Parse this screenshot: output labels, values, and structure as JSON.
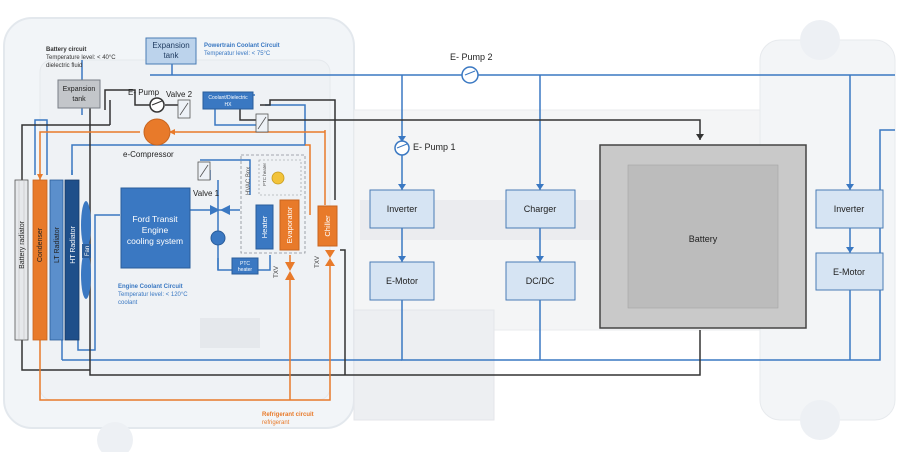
{
  "expansion_tank_top": "Expansion tank",
  "expansion_tank_left": "Expansion tank",
  "battery_circuit": {
    "title": "Battery circuit",
    "line1": "Temperature level: < 40°C",
    "line2": "dielectric fluid"
  },
  "powertrain_circuit": {
    "title": "Powertrain Coolant Circuit",
    "line1": "Temperatur level: < 75°C"
  },
  "engine_circuit": {
    "title": "Engine Coolant Circuit",
    "line1": "Temperatur level: < 120°C",
    "line2": "coolant"
  },
  "refrigerant_circuit": {
    "title": "Refrigerant circuit",
    "line1": "refrigerant"
  },
  "labels": {
    "e_pump_1": "E- Pump 1",
    "e_pump_2": "E- Pump 2",
    "e_pump": "E- Pump",
    "valve_2": "Valve 2",
    "valve_1": "Valve 1",
    "coolant_hx": "Coolant/Dielectric HX",
    "e_compressor": "e-Compressor",
    "ford_transit": "Ford Transit Engine cooling system",
    "hvac_box": "HVAC Box",
    "ptc_heater_box": "PTC heater",
    "heater": "Heater",
    "evaporator": "Evaporator",
    "chiller": "Chiller",
    "ptc_heater": "PTC heater",
    "txv": "TXV",
    "battery_radiator": "Battery radiator",
    "condenser": "Condenser",
    "lt_radiator": "LT Radiator",
    "ht_radiator": "HT Radiator",
    "fan": "Fan",
    "inverter": "Inverter",
    "e_motor": "E-Motor",
    "charger": "Charger",
    "dc_dc": "DC/DC",
    "battery": "Battery"
  },
  "colors": {
    "blue": "#3a78c2",
    "orange": "#e87a2a",
    "dark": "#333333",
    "comp_fill": "#d6e4f3",
    "comp_stroke": "#4a7cb5"
  }
}
